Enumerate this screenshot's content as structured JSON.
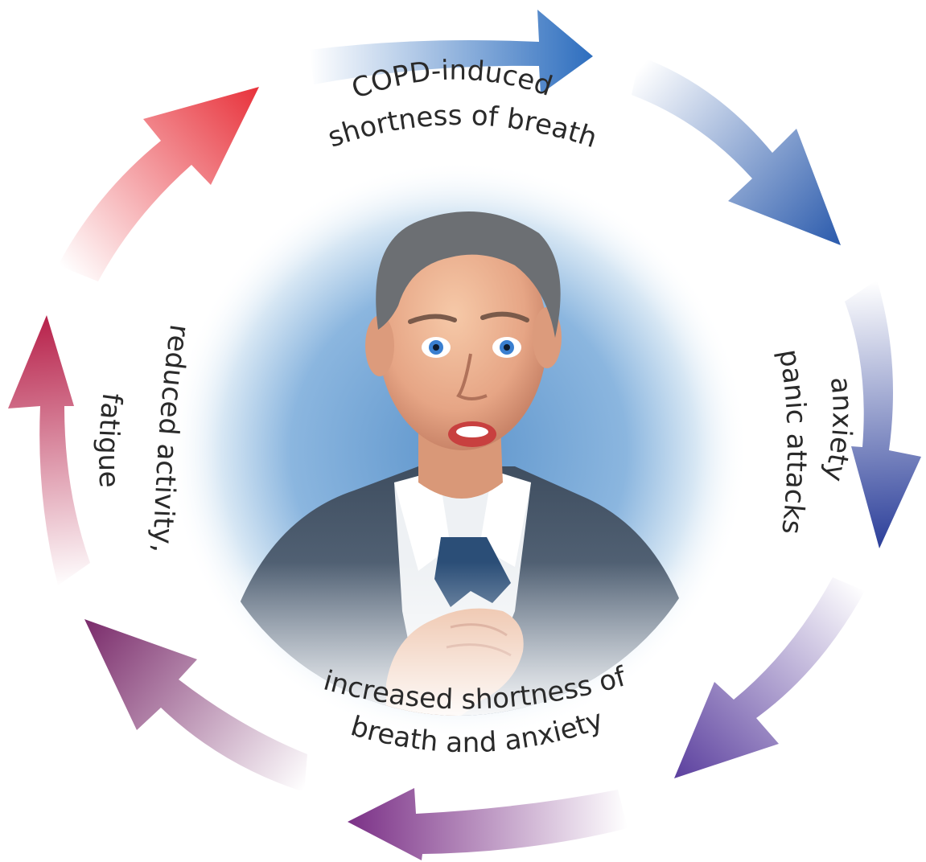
{
  "diagram": {
    "type": "cycle",
    "stages": [
      {
        "id": "copd",
        "lines": [
          "COPD-induced",
          "shortness of breath"
        ]
      },
      {
        "id": "anxiety",
        "lines": [
          "anxiety",
          "panic attacks"
        ]
      },
      {
        "id": "increased",
        "lines": [
          "increased shortness of",
          "breath and anxiety"
        ]
      },
      {
        "id": "reduced",
        "lines": [
          "reduced activity,",
          "fatigue"
        ]
      }
    ],
    "arrow_colors": {
      "top": "#2f6fbf",
      "right": "#2c3f9a",
      "bottom_right": "#5b3f9e",
      "bottom": "#7a2f86",
      "bottom_left": "#7b2d6c",
      "left": "#b7214a",
      "top_left": "#e8333c"
    },
    "center_illustration": "man-gripping-tie-portrait"
  }
}
